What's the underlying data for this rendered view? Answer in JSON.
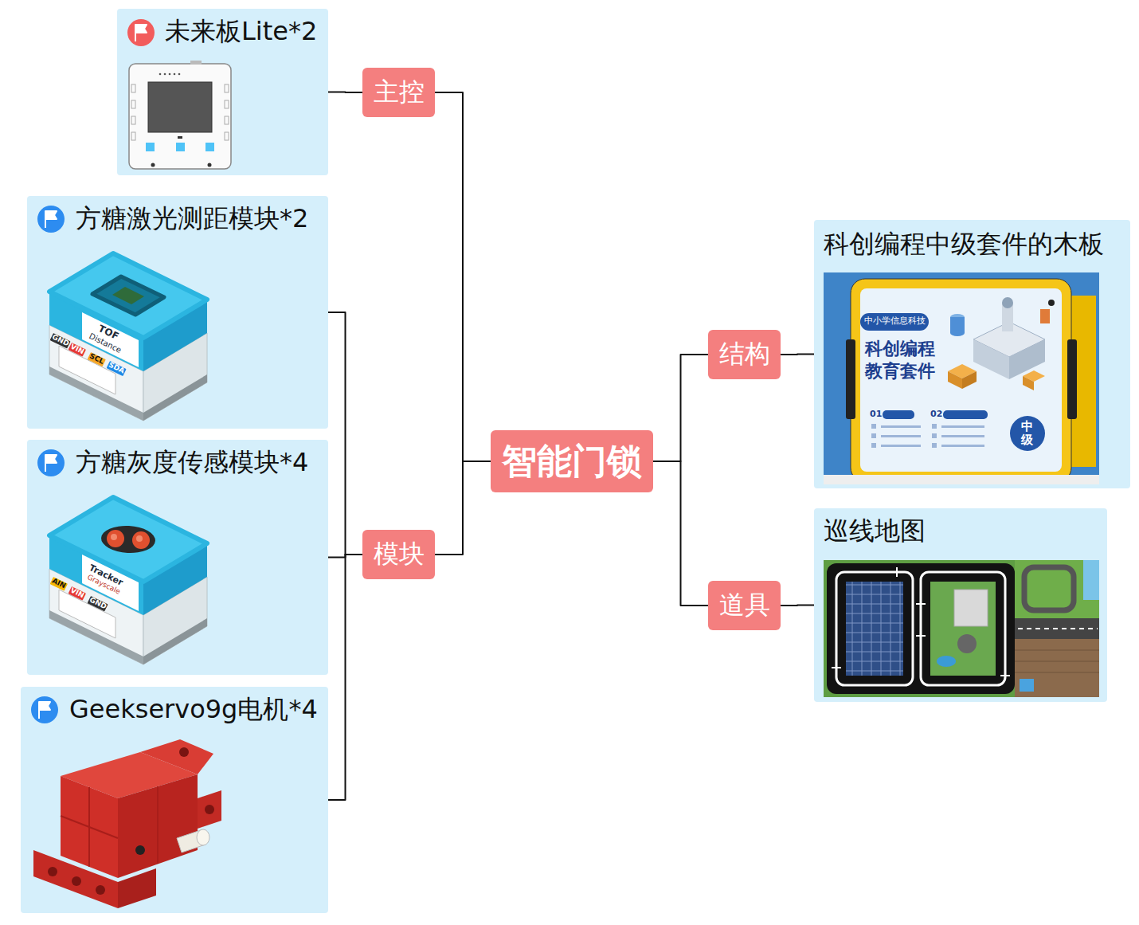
{
  "diagram": {
    "nodes": [
      {
        "text": [
          "智能门锁"
        ]
      },
      {
        "text": [
          "主控"
        ]
      },
      {
        "text": [
          "模块"
        ]
      },
      {
        "text": [
          "结构"
        ]
      },
      {
        "text": [
          "道具"
        ]
      },
      {
        "text": [
          "未来板Lite*2"
        ]
      },
      {
        "text": [
          "方糖激光测距模块*2"
        ]
      },
      {
        "text": [
          "方糖灰度传感模块*4"
        ]
      },
      {
        "text": [
          "Geekservo9g电机*4"
        ]
      },
      {
        "text": [
          "科创编程中级套件的木板"
        ]
      },
      {
        "text": [
          "巡线地图"
        ]
      }
    ],
    "edges": [
      {
        "from": 0,
        "to": 1,
        "arrow": "none"
      },
      {
        "from": 0,
        "to": 2,
        "arrow": "none"
      },
      {
        "from": 0,
        "to": 3,
        "arrow": "none"
      },
      {
        "from": 0,
        "to": 4,
        "arrow": "none"
      },
      {
        "from": 1,
        "to": 5,
        "arrow": "none"
      },
      {
        "from": 2,
        "to": 6,
        "arrow": "none"
      },
      {
        "from": 2,
        "to": 7,
        "arrow": "none"
      },
      {
        "from": 2,
        "to": 8,
        "arrow": "none"
      },
      {
        "from": 3,
        "to": 9,
        "arrow": "none"
      },
      {
        "from": 4,
        "to": 10,
        "arrow": "none"
      }
    ],
    "labels": [
      "TOF",
      "Distance",
      "GND",
      "VIN",
      "SCL",
      "SDA",
      "Tracker",
      "Grayscale",
      "AIN",
      "VIN",
      "GND",
      "中小学信息科技",
      "科创编程",
      "教育套件",
      "01",
      "02",
      "中级"
    ]
  }
}
